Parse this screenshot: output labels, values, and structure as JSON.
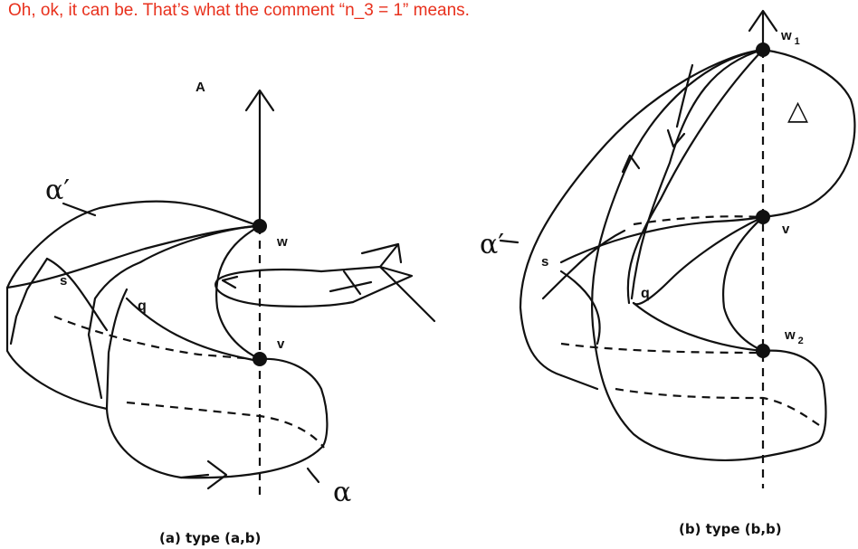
{
  "annotation": "Oh, ok, it can be. That’s what the comment “n_3 = 1” means.",
  "figure_a": {
    "axis_label": "A",
    "alpha_prime": "α′",
    "alpha": "α",
    "s": "s",
    "q": "q",
    "w": "w",
    "v": "v",
    "caption": "(a) type (a,b)"
  },
  "figure_b": {
    "alpha_prime": "α′",
    "s": "s",
    "q": "q",
    "w1_base": "w",
    "w1_sub": "1",
    "v": "v",
    "w2_base": "w",
    "w2_sub": "2",
    "triangle": "△",
    "caption": "(b) type (b,b)"
  }
}
